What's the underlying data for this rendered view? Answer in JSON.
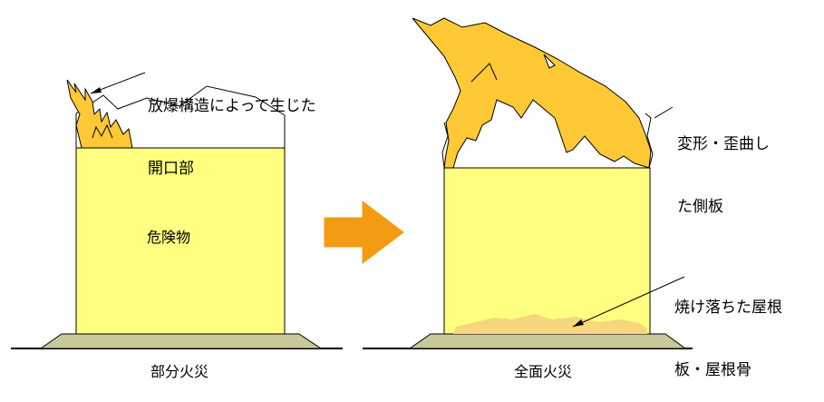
{
  "left_panel": {
    "caption": "部分火災",
    "tank_content_label": "危険物",
    "callout_lines": [
      "放爆構造によって生じた",
      "開口部"
    ]
  },
  "right_panel": {
    "caption": "全面火災",
    "callout_side_lines": [
      "変形・歪曲し",
      "た側板"
    ],
    "callout_roof_lines": [
      "焼け落ちた屋根",
      "板・屋根骨"
    ]
  },
  "colors": {
    "liquid": "#ffff80",
    "flame": "#ffc935",
    "base": "#c8c89a",
    "arrow": "#f39b12",
    "debris": "#f7d67c"
  }
}
